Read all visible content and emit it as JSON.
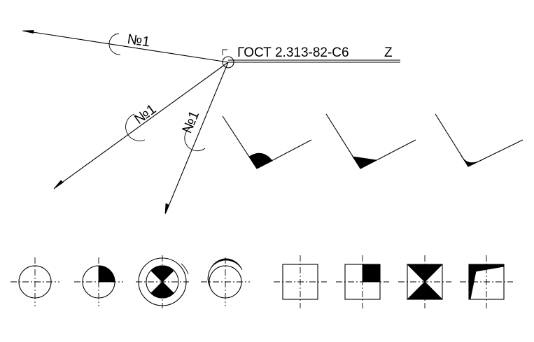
{
  "leaders": {
    "marking_number": "№1",
    "standard_label": "ГОСТ 2.313-82-С6",
    "standard_symbol": "Z"
  },
  "icons": {
    "joint_corner_round": "weld-corner-rounded-fill-icon",
    "joint_corner_triangle": "weld-corner-triangle-fill-icon",
    "joint_corner_fillet": "weld-corner-fillet-icon",
    "symbols_circle": [
      "circle-crosshair-icon",
      "circle-quarter-fill-icon",
      "circle-hourglass-fill-icon",
      "circle-crescent-fill-icon"
    ],
    "symbols_square": [
      "square-crosshair-icon",
      "square-quarter-fill-icon",
      "square-hourglass-fill-icon",
      "square-wedge-fill-icon"
    ]
  }
}
